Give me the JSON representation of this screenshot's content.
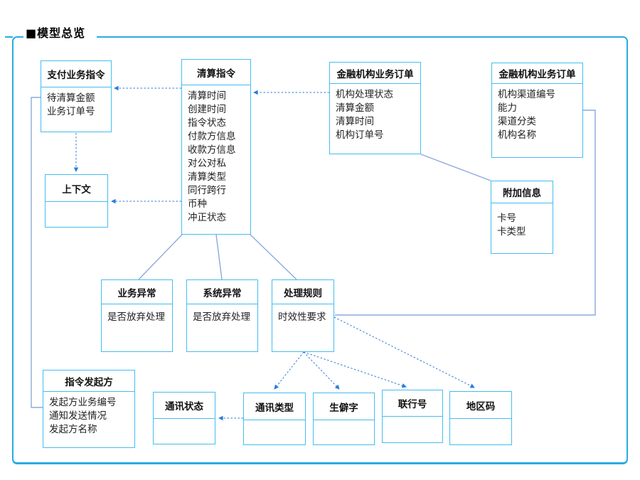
{
  "title": "■模型总览",
  "colors": {
    "frame_border": "#29abe2",
    "box_border": "#45bdf0",
    "dashed_arrow": "#2b7bd9",
    "relation_line": "#8ea9db",
    "header_text": "#111111",
    "body_text": "#222222"
  },
  "entities": [
    {
      "id": "payment-instruction",
      "title": "支付业务指令",
      "fields": [
        "待清算金额",
        "业务订单号"
      ]
    },
    {
      "id": "clearing-instruction",
      "title": "清算指令",
      "fields": [
        "清算时间",
        "创建时间",
        "指令状态",
        "付款方信息",
        "收款方信息",
        "对公对私",
        "清算类型",
        "同行跨行",
        "币种",
        "冲正状态"
      ]
    },
    {
      "id": "fin-institution-order-1",
      "title": "金融机构业务订单",
      "fields": [
        "机构处理状态",
        "清算金额",
        "清算时间",
        "机构订单号"
      ]
    },
    {
      "id": "fin-institution-order-2",
      "title": "金融机构业务订单",
      "fields": [
        "机构渠道编号",
        "能力",
        "渠道分类",
        "机构名称"
      ]
    },
    {
      "id": "additional-info",
      "title": "附加信息",
      "fields": [
        "卡号",
        "卡类型"
      ]
    },
    {
      "id": "context",
      "title": "上下文",
      "fields": []
    },
    {
      "id": "business-exception",
      "title": "业务异常",
      "fields": [
        "是否放弃处理"
      ]
    },
    {
      "id": "system-exception",
      "title": "系统异常",
      "fields": [
        "是否放弃处理"
      ]
    },
    {
      "id": "process-rule",
      "title": "处理规则",
      "fields": [
        "时效性要求"
      ]
    },
    {
      "id": "instruction-initiator",
      "title": "指令发起方",
      "fields": [
        "发起方业务编号",
        "通知发送情况",
        "发起方名称"
      ]
    },
    {
      "id": "comm-status",
      "title": "通讯状态",
      "fields": []
    },
    {
      "id": "comm-type",
      "title": "通讯类型",
      "fields": []
    },
    {
      "id": "rare-character",
      "title": "生僻字",
      "fields": []
    },
    {
      "id": "bank-link-number",
      "title": "联行号",
      "fields": []
    },
    {
      "id": "area-code",
      "title": "地区码",
      "fields": []
    }
  ],
  "connections": [
    {
      "from": "fin-institution-order-1",
      "to": "clearing-instruction",
      "style": "dashed-arrow"
    },
    {
      "from": "clearing-instruction",
      "to": "payment-instruction",
      "style": "dashed-arrow"
    },
    {
      "from": "payment-instruction",
      "to": "context",
      "style": "dashed-arrow"
    },
    {
      "from": "clearing-instruction",
      "to": "context",
      "style": "dashed-arrow"
    },
    {
      "from": "process-rule",
      "to": "comm-type",
      "style": "dashed-arrow"
    },
    {
      "from": "process-rule",
      "to": "rare-character",
      "style": "dashed-arrow"
    },
    {
      "from": "process-rule",
      "to": "bank-link-number",
      "style": "dashed-arrow"
    },
    {
      "from": "process-rule",
      "to": "area-code",
      "style": "dashed-arrow"
    },
    {
      "from": "comm-type",
      "to": "comm-status",
      "style": "dashed-arrow"
    },
    {
      "from": "payment-instruction",
      "to": "instruction-initiator",
      "style": "solid-line"
    },
    {
      "from": "clearing-instruction",
      "to": "business-exception",
      "style": "solid-line"
    },
    {
      "from": "clearing-instruction",
      "to": "system-exception",
      "style": "solid-line"
    },
    {
      "from": "clearing-instruction",
      "to": "process-rule",
      "style": "solid-line"
    },
    {
      "from": "fin-institution-order-1",
      "to": "additional-info",
      "style": "solid-line"
    },
    {
      "from": "fin-institution-order-2",
      "to": "process-rule",
      "style": "solid-line"
    }
  ]
}
